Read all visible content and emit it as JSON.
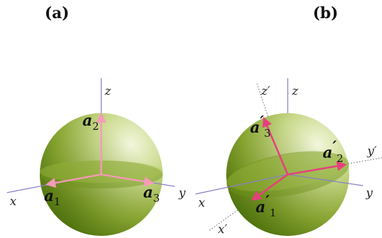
{
  "panels": [
    {
      "id": "a",
      "label": "(a)",
      "axes": {
        "x": "x",
        "y": "y",
        "z": "z"
      },
      "vectors": [
        {
          "base": "a",
          "prime": "",
          "sub": "1"
        },
        {
          "base": "a",
          "prime": "",
          "sub": "2"
        },
        {
          "base": "a",
          "prime": "",
          "sub": "3"
        }
      ]
    },
    {
      "id": "b",
      "label": "(b)",
      "axes": {
        "x": "x",
        "y": "y",
        "z": "z"
      },
      "rotated_axes": {
        "x": "x′",
        "y": "y′",
        "z": "z′"
      },
      "vectors": [
        {
          "base": "a",
          "prime": "′",
          "sub": "1"
        },
        {
          "base": "a",
          "prime": "′",
          "sub": "2"
        },
        {
          "base": "a",
          "prime": "′",
          "sub": "3"
        }
      ]
    }
  ],
  "colors": {
    "sphere_light": "#eef3cf",
    "sphere_mid": "#b2c84f",
    "sphere_dark": "#5c8212",
    "axis": "#8a7fc8",
    "vector_a": "#f59ab8",
    "vector_b": "#e6407c"
  }
}
